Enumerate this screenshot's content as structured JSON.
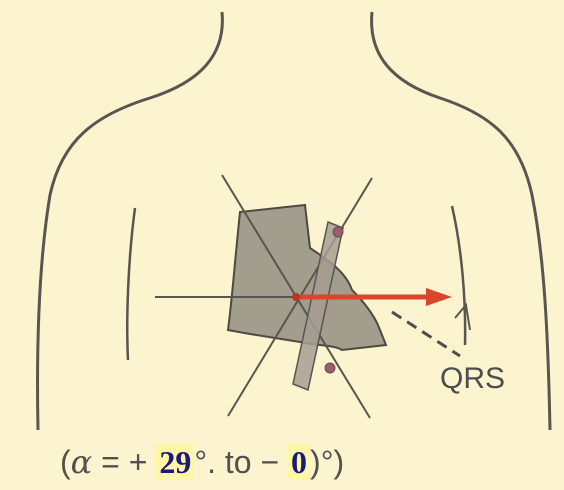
{
  "labels": {
    "vector": "QRS"
  },
  "caption": {
    "open": "(",
    "alpha": "α",
    "equals_plus": "= +",
    "value1": "29",
    "degree_mark": "°",
    "to_minus": ". to  −",
    "value2": "0",
    "close": ")°)"
  },
  "colors": {
    "background": "#fbf4cf",
    "outline": "#5a5550",
    "heart": "#8a847a",
    "qrs_arrow": "#d9462a",
    "highlight": "#fff7a6"
  }
}
